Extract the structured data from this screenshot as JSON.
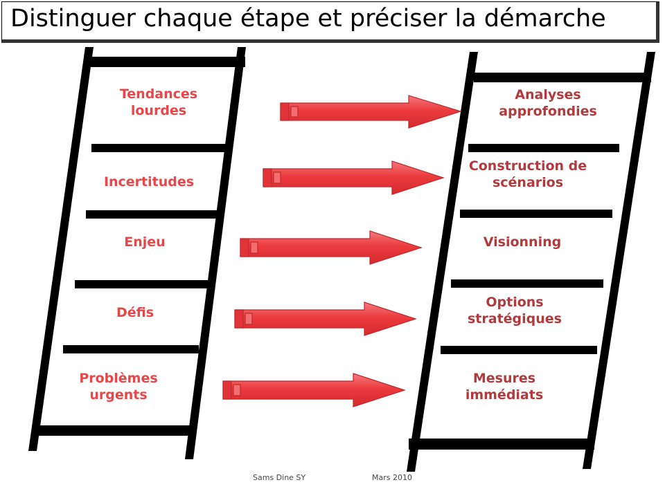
{
  "title": "Distinguer chaque étape et préciser la démarche",
  "left_ladder": {
    "rungs": [
      "Tendances\nlourdes",
      "Incertitudes",
      "Enjeu",
      "Défis",
      "Problèmes\nurgents"
    ]
  },
  "right_ladder": {
    "rungs": [
      "Analyses\napprofondies",
      "Construction de\nscénarios",
      "Visionning",
      "Options\nstratégiques",
      "Mesures\nimmédiats"
    ]
  },
  "footer": {
    "author": "Sams Dine  SY",
    "date": "Mars  2010"
  },
  "colors": {
    "left_text": "#e8474a",
    "right_text": "#b23a3d",
    "arrow_fill": "#ec3b3f",
    "arrow_stroke": "#c0282c",
    "ladder": "#000000"
  }
}
